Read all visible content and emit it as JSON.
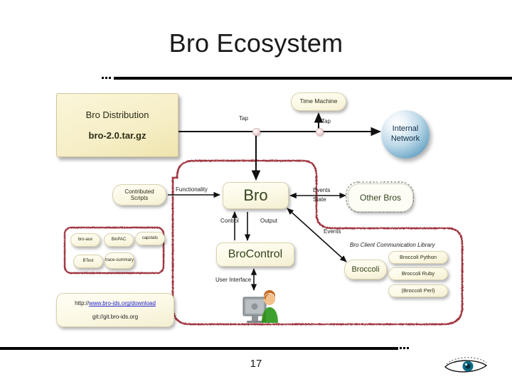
{
  "slide": {
    "title": "Bro Ecosystem",
    "page_number": "17"
  },
  "distribution": {
    "name": "Bro Distribution",
    "tarball": "bro-2.0.tar.gz"
  },
  "nodes": {
    "time_machine": "Time Machine",
    "internal_network": "Internal\nNetwork",
    "internal_network_line1": "Internal",
    "internal_network_line2": "Network",
    "bro": "Bro",
    "brocontrol": "BroControl",
    "contributed_scripts_line1": "Contributed",
    "contributed_scripts_line2": "Scripts",
    "other_bros": "Other Bros",
    "broccoli": "Broccoli"
  },
  "broccoli_group": {
    "caption": "Bro Client Communication Library",
    "bindings": [
      "Broccoli Python",
      "Broccoli Ruby",
      "(Broccoli Perl)"
    ]
  },
  "tools": [
    "bro-aux",
    "BinPAC",
    "capstats",
    "BTest",
    "trace-summary"
  ],
  "links": {
    "http": "http://www.bro-ids.org/download",
    "http_prefix": "http://",
    "http_url": "www.bro-ids.org/download",
    "git": "git://git.bro-ids.org"
  },
  "edge_labels": {
    "tap_left": "Tap",
    "tap_right": "Tap",
    "functionality": "Functionality",
    "control": "Control",
    "output": "Output",
    "user_interface": "User Interface",
    "events_top": "Events",
    "state": "State",
    "events_broccoli": "Events"
  },
  "colors": {
    "box_fill": "#fbf8e4",
    "box_border": "#d9d2ae",
    "heading_text": "#33431c",
    "cloud_outline": "#a0353f",
    "sphere": "#4d8cb2",
    "link": "#2222cc",
    "rule": "#000000"
  }
}
